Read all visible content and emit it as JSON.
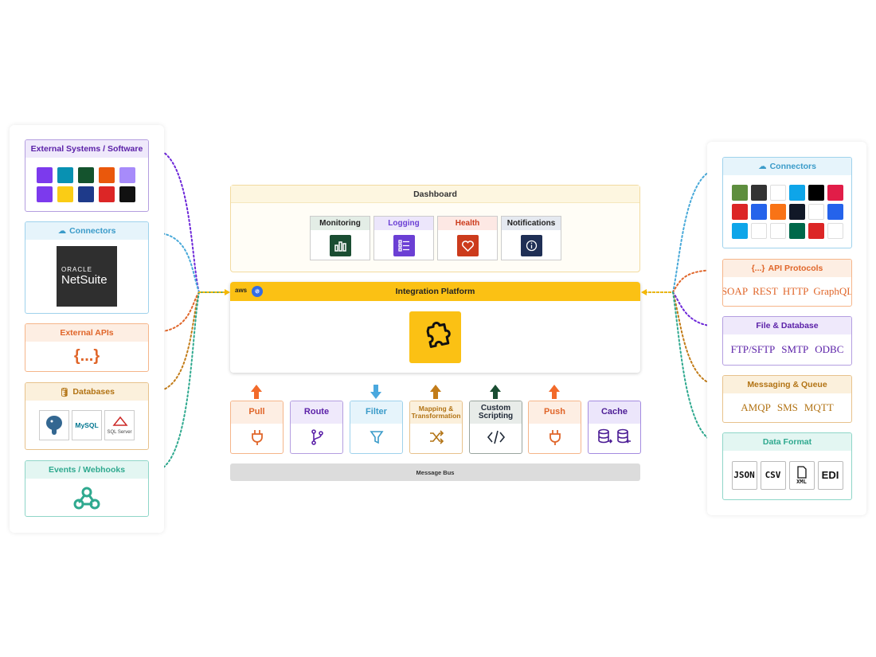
{
  "left": {
    "external_systems": {
      "title": "External Systems / Software",
      "tiles": [
        {
          "color": "#7c3aed"
        },
        {
          "color": "#0891b2"
        },
        {
          "color": "#14532d"
        },
        {
          "color": "#ea580c"
        },
        {
          "color": "#a78bfa"
        },
        {
          "color": "#7c3aed"
        },
        {
          "color": "#facc15"
        },
        {
          "color": "#1e3a8a"
        },
        {
          "color": "#dc2626"
        },
        {
          "color": "#111111"
        }
      ]
    },
    "connectors": {
      "title": "Connectors",
      "logo_line1": "ORACLE",
      "logo_line2": "NetSuite"
    },
    "external_apis": {
      "title": "External APIs",
      "symbol": "{...}"
    },
    "databases": {
      "title": "Databases",
      "mysql": "MySQL",
      "sqlserver": "SQL Server"
    },
    "events": {
      "title": "Events / Webhooks"
    }
  },
  "dashboard": {
    "title": "Dashboard",
    "items": [
      {
        "label": "Monitoring",
        "head_bg": "#e3ede6",
        "icon_bg": "#1a4d32"
      },
      {
        "label": "Logging",
        "head_bg": "#ece6fb",
        "icon_bg": "#6b3fd4"
      },
      {
        "label": "Health",
        "head_bg": "#fde8e4",
        "icon_bg": "#cc3b1c"
      },
      {
        "label": "Notifications",
        "head_bg": "#e5e9f0",
        "icon_bg": "#1f2f55"
      }
    ]
  },
  "platform": {
    "title": "Integration Platform",
    "aws": "aws"
  },
  "modules": [
    {
      "label": "Pull",
      "color": "#e0662a",
      "head_bg": "#fdeee3",
      "border": "#f5b58a",
      "arrow": "#f26a2a"
    },
    {
      "label": "Route",
      "color": "#5b21a8",
      "head_bg": "#efe9fb",
      "border": "#b49ee0"
    },
    {
      "label": "Filter",
      "color": "#3a9bc9",
      "head_bg": "#e6f4fb",
      "border": "#9fd2ec",
      "arrow": "#4aa8de"
    },
    {
      "label": "Mapping & Transformation",
      "color": "#b27314",
      "head_bg": "#fbf0dc",
      "border": "#e7c28c",
      "arrow": "#c27c19"
    },
    {
      "label": "Custom Scripting",
      "color": "#1f2937",
      "head_bg": "#e8ece9",
      "border": "#9aa59f",
      "arrow": "#1a4d32"
    },
    {
      "label": "Push",
      "color": "#e0662a",
      "head_bg": "#fdeee3",
      "border": "#f5b58a",
      "arrow": "#f26a2a"
    },
    {
      "label": "Cache",
      "color": "#4c1d95",
      "head_bg": "#ece6fb",
      "border": "#a48be0"
    }
  ],
  "bus": {
    "label": "Message Bus"
  },
  "right": {
    "connectors": {
      "title": "Connectors",
      "tiles": [
        {
          "color": "#5e8e3e"
        },
        {
          "color": "#333333"
        },
        {
          "color": "#ffffff"
        },
        {
          "color": "#0ea5e9"
        },
        {
          "color": "#000000"
        },
        {
          "color": "#e11d48"
        },
        {
          "color": "#dc2626"
        },
        {
          "color": "#2563eb"
        },
        {
          "color": "#f97316"
        },
        {
          "color": "#111827"
        },
        {
          "color": "#ffffff"
        },
        {
          "color": "#2563eb"
        },
        {
          "color": "#0ea5e9"
        },
        {
          "color": "#ffffff"
        },
        {
          "color": "#ffffff"
        },
        {
          "color": "#00684a"
        },
        {
          "color": "#dc2626"
        },
        {
          "color": "#ffffff"
        }
      ]
    },
    "api_protocols": {
      "title": "API Protocols",
      "prefix": "{...}",
      "items": [
        "SOAP",
        "REST",
        "HTTP",
        "GraphQL"
      ]
    },
    "file_db": {
      "title": "File & Database",
      "items": [
        "FTP/SFTP",
        "SMTP",
        "ODBC"
      ]
    },
    "messaging": {
      "title": "Messaging & Queue",
      "items": [
        "AMQP",
        "SMS",
        "MQTT"
      ]
    },
    "data_format": {
      "title": "Data Format",
      "items": [
        "JSON",
        "CSV",
        "XML",
        "EDI"
      ]
    }
  }
}
